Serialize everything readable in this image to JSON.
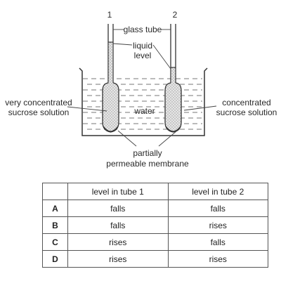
{
  "diagram": {
    "tube_numbers": [
      "1",
      "2"
    ],
    "labels": {
      "glass_tube": "glass tube",
      "liquid_level_1": "liquid",
      "liquid_level_2": "level",
      "water": "water",
      "left_solution_1": "very concentrated",
      "left_solution_2": "sucrose solution",
      "right_solution_1": "concentrated",
      "right_solution_2": "sucrose solution",
      "membrane_1": "partially",
      "membrane_2": "permeable membrane"
    }
  },
  "table": {
    "headers": [
      "",
      "level in tube 1",
      "level in tube 2"
    ],
    "rows": [
      {
        "letter": "A",
        "tube1": "falls",
        "tube2": "falls"
      },
      {
        "letter": "B",
        "tube1": "falls",
        "tube2": "rises"
      },
      {
        "letter": "C",
        "tube1": "rises",
        "tube2": "falls"
      },
      {
        "letter": "D",
        "tube1": "rises",
        "tube2": "rises"
      }
    ]
  }
}
